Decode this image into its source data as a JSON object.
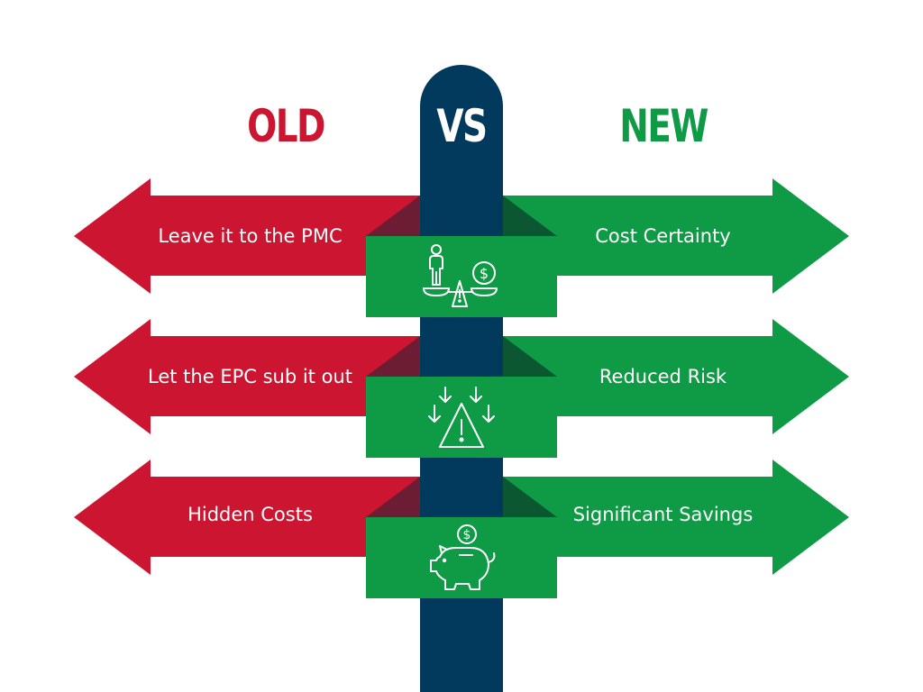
{
  "headings": {
    "old": "OLD",
    "vs": "VS",
    "new": "NEW"
  },
  "rows": [
    {
      "old_text": "Leave it to the PMC",
      "new_text": "Cost Certainty",
      "icon": "scale-person-dollar-icon"
    },
    {
      "old_text": "Let the EPC sub it out",
      "new_text": "Reduced Risk",
      "icon": "warning-arrows-down-icon"
    },
    {
      "old_text": "Hidden Costs",
      "new_text": "Significant Savings",
      "icon": "piggy-bank-dollar-icon"
    }
  ],
  "colors": {
    "old": "#cc1530",
    "new": "#0f9b45",
    "post": "#023a5e",
    "old_fold": "#6c1d33",
    "new_fold": "#0b5731",
    "banner": "#0f9b45",
    "text": "#ffffff"
  }
}
